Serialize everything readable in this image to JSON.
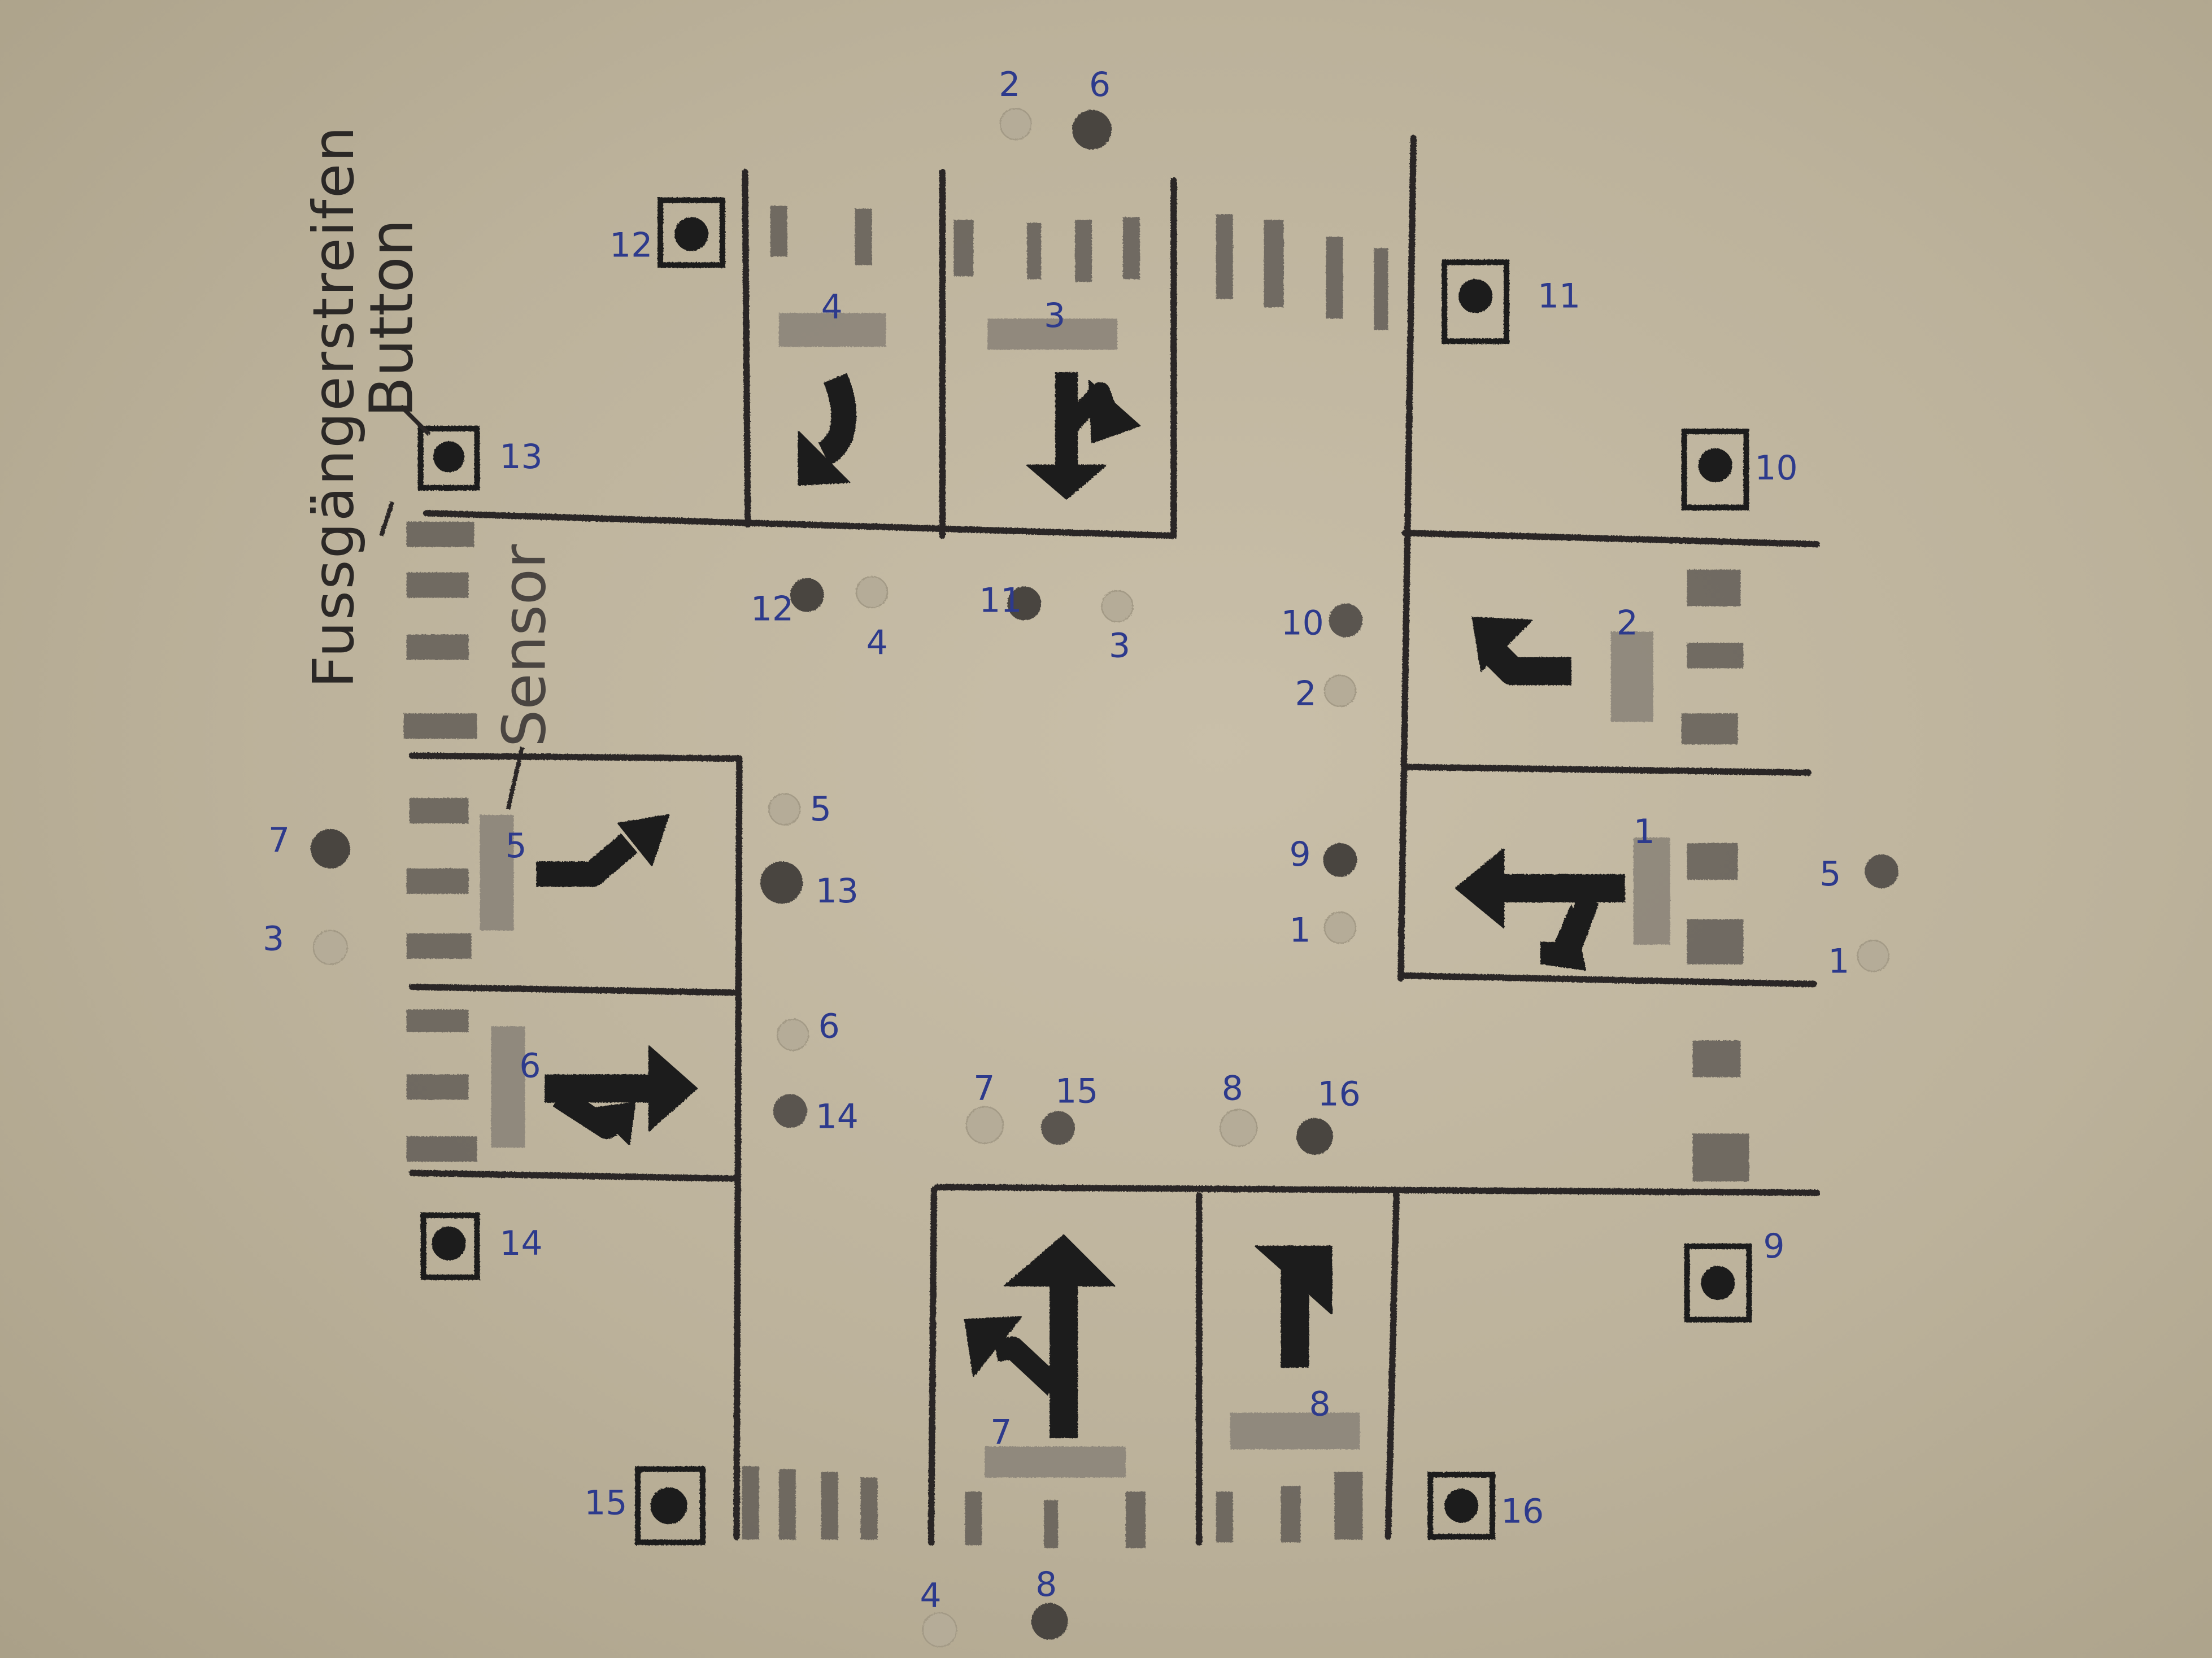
{
  "annotations": {
    "crosswalk": "Fussgängerstreifen",
    "button": "Button",
    "sensor": "Sensor"
  },
  "signals": [
    {
      "id": "signal-2-north-light",
      "label": "2",
      "dark": false
    },
    {
      "id": "signal-6-north-light",
      "label": "6",
      "dark": true
    },
    {
      "id": "signal-12-top-light",
      "label": "12",
      "dark": true
    },
    {
      "id": "signal-4-top-light",
      "label": "4",
      "dark": false
    },
    {
      "id": "signal-11-top-light",
      "label": "11",
      "dark": true
    },
    {
      "id": "signal-3-top-light",
      "label": "3",
      "dark": false
    },
    {
      "id": "signal-10-right-light",
      "label": "10",
      "dark": true
    },
    {
      "id": "signal-2-right-light",
      "label": "2",
      "dark": false
    },
    {
      "id": "signal-9-right-light",
      "label": "9",
      "dark": true
    },
    {
      "id": "signal-1-right-light",
      "label": "1",
      "dark": false
    },
    {
      "id": "signal-5-far-right-light",
      "label": "5",
      "dark": true
    },
    {
      "id": "signal-1-far-right-light",
      "label": "1",
      "dark": false
    },
    {
      "id": "signal-7-west-light",
      "label": "7",
      "dark": true
    },
    {
      "id": "signal-3-west-light",
      "label": "3",
      "dark": false
    },
    {
      "id": "signal-5-left-light",
      "label": "5",
      "dark": false
    },
    {
      "id": "signal-13-left-light",
      "label": "13",
      "dark": true
    },
    {
      "id": "signal-6-left-light",
      "label": "6",
      "dark": false
    },
    {
      "id": "signal-14-left-light",
      "label": "14",
      "dark": true
    },
    {
      "id": "signal-7-bottom-light",
      "label": "7",
      "dark": false
    },
    {
      "id": "signal-15-bottom-light",
      "label": "15",
      "dark": true
    },
    {
      "id": "signal-8-bottom-light",
      "label": "8",
      "dark": false
    },
    {
      "id": "signal-16-bottom-light",
      "label": "16",
      "dark": true
    },
    {
      "id": "signal-4-south-light",
      "label": "4",
      "dark": false
    },
    {
      "id": "signal-8-south-light",
      "label": "8",
      "dark": true
    }
  ],
  "buttons": [
    {
      "id": "pedestrian-button-12",
      "label": "12"
    },
    {
      "id": "pedestrian-button-11",
      "label": "11"
    },
    {
      "id": "pedestrian-button-13",
      "label": "13"
    },
    {
      "id": "pedestrian-button-10",
      "label": "10"
    },
    {
      "id": "pedestrian-button-14",
      "label": "14"
    },
    {
      "id": "pedestrian-button-9",
      "label": "9"
    },
    {
      "id": "pedestrian-button-15",
      "label": "15"
    },
    {
      "id": "pedestrian-button-16",
      "label": "16"
    }
  ],
  "sensors": [
    {
      "id": "sensor-4",
      "label": "4"
    },
    {
      "id": "sensor-3",
      "label": "3"
    },
    {
      "id": "sensor-2",
      "label": "2"
    },
    {
      "id": "sensor-1",
      "label": "1"
    },
    {
      "id": "sensor-5",
      "label": "5"
    },
    {
      "id": "sensor-6",
      "label": "6"
    },
    {
      "id": "sensor-7",
      "label": "7"
    },
    {
      "id": "sensor-8",
      "label": "8"
    }
  ],
  "colors": {
    "paper": "#c3b9a2",
    "pencil": "#2b2826",
    "pencil_light": "#6f6a62",
    "light_pale": "#b5ac98",
    "ink": "#2d3a8c"
  }
}
